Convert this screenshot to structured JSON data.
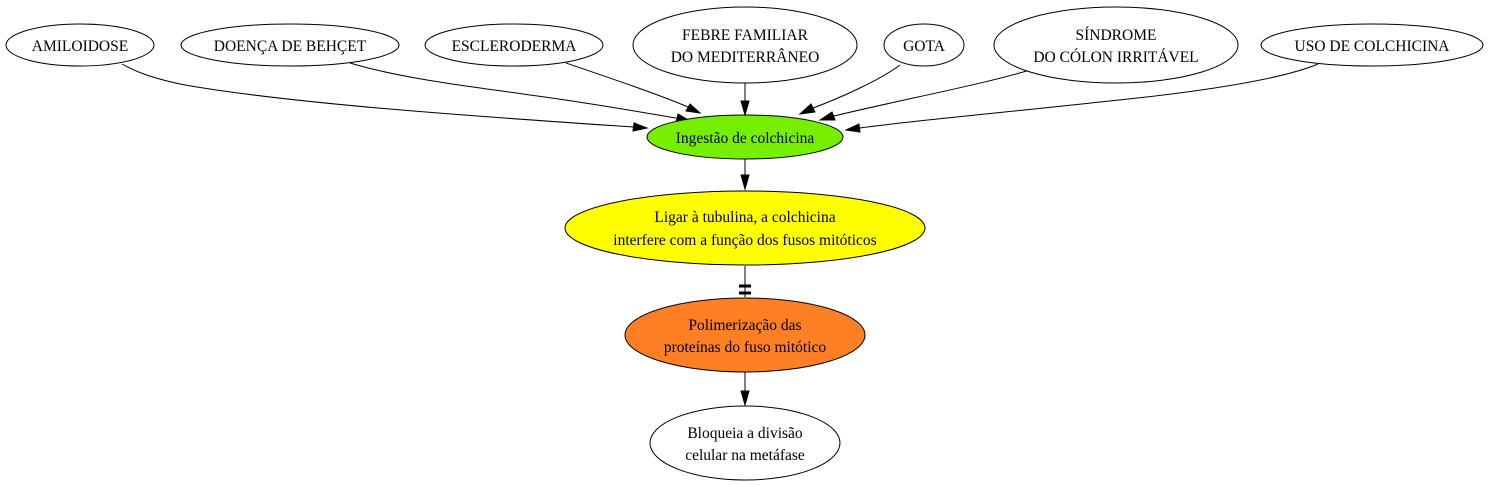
{
  "colors": {
    "white": "#ffffff",
    "green": "#76ee00",
    "yellow": "#ffff00",
    "orange": "#ff7f24"
  },
  "causes": {
    "amiloidose": "AMILOIDOSE",
    "behcet": "DOENÇA DE BEHÇET",
    "escleroderma": "ESCLERODERMA",
    "febre": [
      "FEBRE FAMILIAR",
      "DO MEDITERRÂNEO"
    ],
    "gota": "GOTA",
    "colon": [
      "SÍNDROME",
      "DO CÓLON IRRITÁVEL"
    ],
    "uso": "USO DE COLCHICINA"
  },
  "chain": {
    "ingestao": "Ingestão de colchicina",
    "ligar": [
      "Ligar à tubulina, a colchicina",
      "interfere com a função dos fusos mitóticos"
    ],
    "polimerizacao": [
      "Polimerização das",
      "proteínas do fuso mitótico"
    ],
    "bloqueia": [
      "Bloqueia a divisão",
      "celular na metáfase"
    ]
  },
  "edges": [
    {
      "from": "amiloidose",
      "to": "ingestao",
      "type": "arrow"
    },
    {
      "from": "behcet",
      "to": "ingestao",
      "type": "arrow"
    },
    {
      "from": "escleroderma",
      "to": "ingestao",
      "type": "arrow"
    },
    {
      "from": "febre",
      "to": "ingestao",
      "type": "arrow"
    },
    {
      "from": "gota",
      "to": "ingestao",
      "type": "arrow"
    },
    {
      "from": "colon",
      "to": "ingestao",
      "type": "arrow"
    },
    {
      "from": "uso",
      "to": "ingestao",
      "type": "arrow"
    },
    {
      "from": "ingestao",
      "to": "ligar",
      "type": "arrow"
    },
    {
      "from": "ligar",
      "to": "polimerizacao",
      "type": "inhibit"
    },
    {
      "from": "polimerizacao",
      "to": "bloqueia",
      "type": "arrow"
    }
  ]
}
